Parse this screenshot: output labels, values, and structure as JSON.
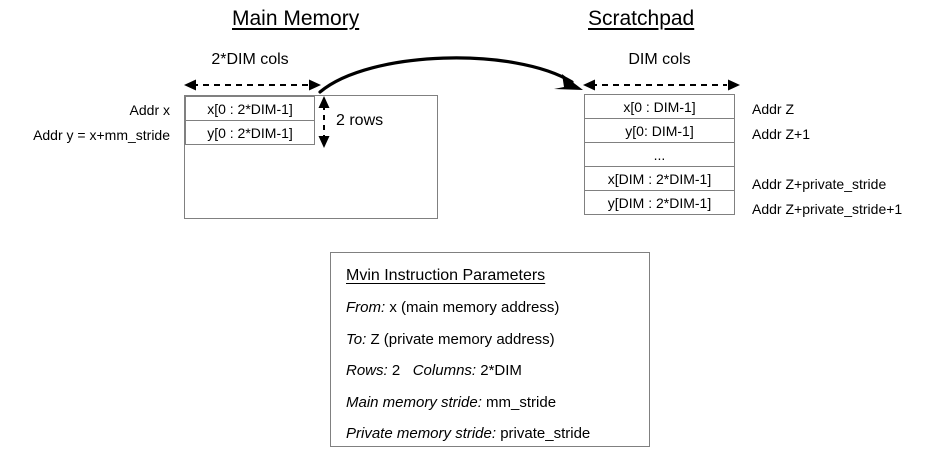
{
  "main_memory": {
    "title": "Main Memory",
    "dim_caption": "2*DIM cols",
    "rows_caption": "2 rows",
    "left_labels": [
      "Addr x",
      "Addr y = x+mm_stride"
    ],
    "cells": [
      "x[0 : 2*DIM-1]",
      "y[0 : 2*DIM-1]"
    ]
  },
  "scratchpad": {
    "title": "Scratchpad",
    "dim_caption": "DIM cols",
    "rows": [
      {
        "cell": "x[0 : DIM-1]",
        "addr": "Addr Z"
      },
      {
        "cell": "y[0: DIM-1]",
        "addr": "Addr Z+1"
      },
      {
        "cell": "...",
        "addr": ""
      },
      {
        "cell": "x[DIM : 2*DIM-1]",
        "addr": "Addr Z+private_stride"
      },
      {
        "cell": "y[DIM : 2*DIM-1]",
        "addr": "Addr Z+private_stride+1"
      }
    ]
  },
  "transfer_arrow": {
    "name": "mvin-transfer-arrow"
  },
  "params": {
    "title": "Mvin Instruction Parameters",
    "lines": [
      {
        "label": "From:",
        "value": "x (main memory address)"
      },
      {
        "label": "To:",
        "value": "Z (private memory address)"
      },
      {
        "label": "Rows:",
        "value": "2",
        "label2": "Columns:",
        "value2": "2*DIM"
      },
      {
        "label": "Main memory stride:",
        "value": "mm_stride"
      },
      {
        "label": "Private memory stride:",
        "value": "private_stride"
      }
    ]
  },
  "colors": {
    "stroke": "#808080",
    "arrow": "#000000",
    "text": "#000000",
    "background": "#ffffff"
  }
}
